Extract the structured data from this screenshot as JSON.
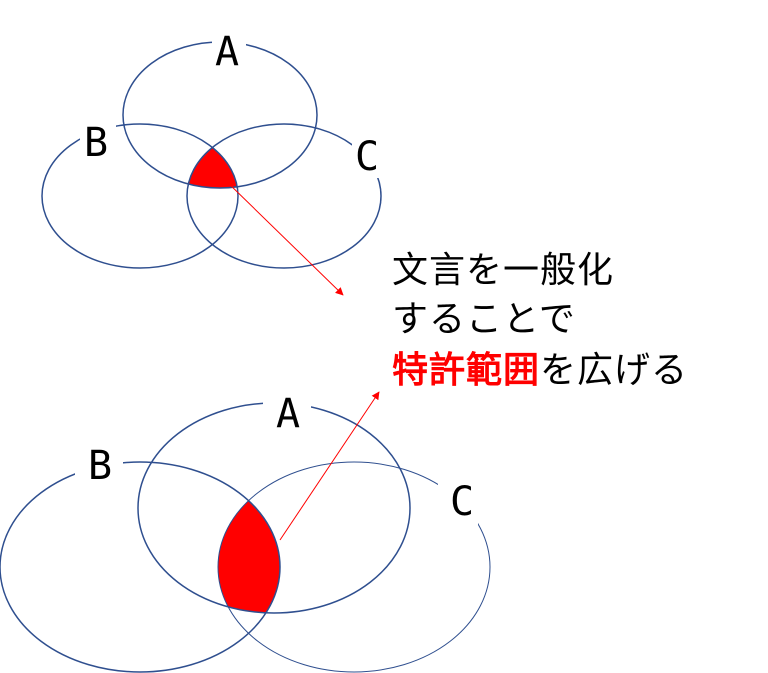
{
  "colors": {
    "outline": "#2f4f8f",
    "highlight": "#ff0000",
    "arrow": "#ff0000"
  },
  "top_diagram": {
    "labels": {
      "a": "A",
      "b": "B",
      "c": "C"
    }
  },
  "bottom_diagram": {
    "labels": {
      "a": "A",
      "b": "B",
      "c": "C"
    }
  },
  "caption": {
    "line1": "文言を一般化",
    "line2": "することで",
    "line3_highlight": "特許範囲",
    "line3_rest": "を広げる"
  }
}
